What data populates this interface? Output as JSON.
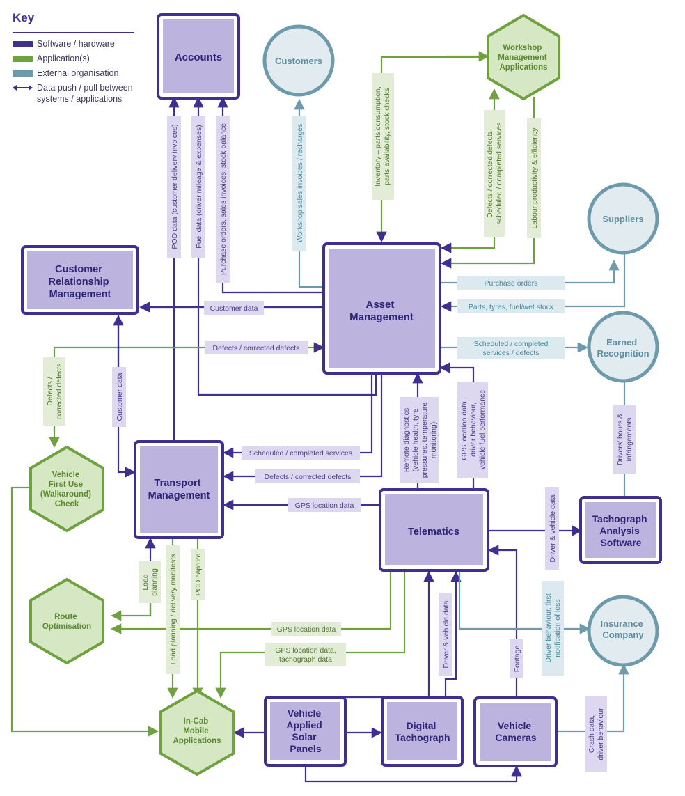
{
  "key": {
    "title": "Key",
    "items": [
      {
        "label": "Software / hardware",
        "color": "#3f2f8f"
      },
      {
        "label": "Application(s)",
        "color": "#6fa13f"
      },
      {
        "label": "External organisation",
        "color": "#6d9bab"
      },
      {
        "label": "Data push / pull between systems / applications",
        "color": "#3f2f8f"
      }
    ]
  },
  "colors": {
    "software_border": "#3f2f8f",
    "software_fill": "#bcb3df",
    "software_text": "#2e2478",
    "app_border": "#6fa13f",
    "app_fill": "#d6e7c4",
    "app_text": "#5b8a2e",
    "external_border": "#6d9bab",
    "external_fill": "#e2ebef",
    "external_text": "#5d8ea0",
    "label_purple_bg": "#ddd8ef",
    "label_purple_text": "#4a3d8c",
    "label_green_bg": "#e2ecd6",
    "label_green_text": "#4f7a2a",
    "label_blue_bg": "#dce9ee",
    "label_blue_text": "#3f8aa0"
  },
  "nodes": {
    "accounts": "Accounts",
    "customers": "Customers",
    "workshop": [
      "Workshop",
      "Management",
      "Applications"
    ],
    "suppliers": "Suppliers",
    "crm": [
      "Customer",
      "Relationship",
      "Management"
    ],
    "asset": [
      "Asset",
      "Management"
    ],
    "earned": [
      "Earned",
      "Recognition"
    ],
    "vehicle_first_use": [
      "Vehicle",
      "First Use",
      "(Walkaround)",
      "Check"
    ],
    "transport": [
      "Transport",
      "Management"
    ],
    "telematics": "Telematics",
    "tachograph_software": [
      "Tachograph",
      "Analysis",
      "Software"
    ],
    "route": [
      "Route",
      "Optimisation"
    ],
    "insurance": [
      "Insurance",
      "Company"
    ],
    "incab": [
      "In-Cab",
      "Mobile",
      "Applications"
    ],
    "solar": [
      "Vehicle",
      "Applied",
      "Solar",
      "Panels"
    ],
    "digital_tacho": [
      "Digital",
      "Tachograph"
    ],
    "cameras": [
      "Vehicle",
      "Cameras"
    ]
  },
  "labels": {
    "pod_data": "POD data (customer delivery invoices)",
    "fuel_data": "Fuel data (driver mileage & expenses)",
    "purchase_sales": "Purchase orders, sales invoices, stock balance",
    "workshop_sales": "Workshop sales invoices / recharges",
    "inventory": [
      "Inventory – parts consumption,",
      "parts availability, stock checks"
    ],
    "defects_workshop": [
      "Defects / corrected defects,",
      "scheduled / completed services"
    ],
    "labour": "Labour productivity & efficiency",
    "purchase_orders": "Purchase orders",
    "parts_tyres": "Parts, tyres, fuel/wet stock",
    "customer_data_h": "Customer data",
    "defects_h": "Defects / corrected defects",
    "scheduled_er": [
      "Scheduled / completed",
      "services / defects"
    ],
    "defects_vfu": [
      "Defects /",
      "corrected defects"
    ],
    "customer_data_v": "Customer data",
    "remote_diag": [
      "Remote diagnostics",
      "(vehicle health, tyre",
      "pressures, temperature",
      "monitoring)"
    ],
    "gps_driver": [
      "GPS location data,",
      "driver behaviour,",
      "vehicle fuel performance"
    ],
    "drivers_hours": [
      "Drivers' hours &",
      "infringements"
    ],
    "scheduled_tm": "Scheduled / completed services",
    "defects_tm": "Defects / corrected defects",
    "gps_tm": "GPS location data",
    "driver_vehicle_tacho": "Driver & vehicle data",
    "load_planning": [
      "Load",
      "planning"
    ],
    "load_manifests": "Load planning / delivery manifests",
    "pod_capture": "POD capture",
    "gps_route": "GPS location data",
    "gps_tacho": [
      "GPS location data,",
      "tachograph data"
    ],
    "driver_vehicle_dt": "Driver & vehicle data",
    "footage": "Footage",
    "driver_behaviour": [
      "Driver behaviour, first",
      "notification of loss"
    ],
    "crash_data": [
      "Crash data,",
      "driver behaviour"
    ]
  }
}
